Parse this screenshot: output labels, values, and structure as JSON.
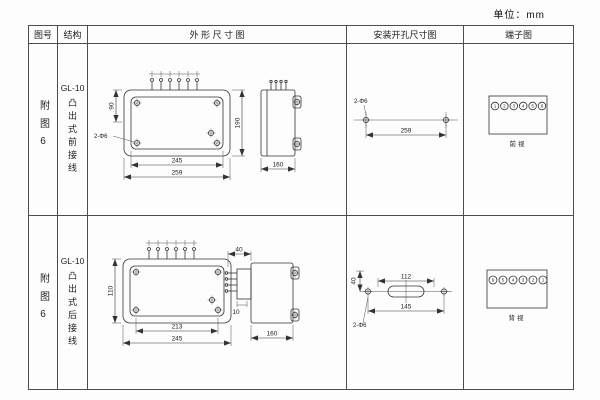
{
  "page": {
    "unit_label": "单位：mm"
  },
  "table": {
    "headers": {
      "figure_no": "图号",
      "structure": "结构",
      "outline": "外 形 尺 寸 图",
      "install": "安装开孔尺寸图",
      "terminal": "端子图"
    }
  },
  "rows": [
    {
      "figure_no": "附图6",
      "structure_code": "GL-10",
      "structure_name": "凸出式前接线",
      "outline": {
        "width_inner": "245",
        "width_outer": "259",
        "height": "190",
        "height_top": "90",
        "depth": "160",
        "hole_note": "2-Φ6"
      },
      "install": {
        "span": "259",
        "hole_note": "2-Φ6"
      },
      "terminal": {
        "pins": [
          "1",
          "2",
          "3",
          "4",
          "5",
          "6"
        ],
        "caption": "前视"
      }
    },
    {
      "figure_no": "附图6",
      "structure_code": "GL-10",
      "structure_name": "凸出式后接线",
      "outline": {
        "width_inner": "213",
        "width_outer": "245",
        "height": "110",
        "stud_len": "40",
        "stud_note": "10",
        "depth": "160"
      },
      "install": {
        "top": "112",
        "bottom": "145",
        "left": "40",
        "hole_note": "2-Φ6"
      },
      "terminal": {
        "pins": [
          "6",
          "5",
          "4",
          "3",
          "2",
          "1"
        ],
        "caption": "背视"
      }
    }
  ]
}
